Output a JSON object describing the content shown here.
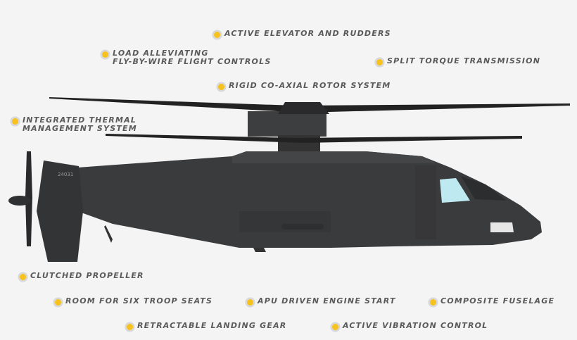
{
  "colors": {
    "bullet": "#f7c21e",
    "text": "#5a5a5a",
    "fuselage": "#3a3b3d",
    "canopy": "#bfe9f0",
    "background": "#f4f4f4"
  },
  "labels": {
    "active_elevator": [
      "Active Elevator and Rudders"
    ],
    "load_alleviating": [
      "Load Alleviating",
      "Fly-by-Wire Flight Controls"
    ],
    "split_torque": [
      "Split Torque Transmission"
    ],
    "rigid_rotor": [
      "Rigid Co-Axial Rotor System"
    ],
    "thermal": [
      "Integrated Thermal",
      "Management System"
    ],
    "clutched_propeller": [
      "Clutched Propeller"
    ],
    "troop_seats": [
      "Room for Six Troop Seats"
    ],
    "apu": [
      "APU Driven Engine Start"
    ],
    "composite": [
      "Composite Fuselage"
    ],
    "landing_gear": [
      "Retractable Landing Gear"
    ],
    "vibration": [
      "Active Vibration Control"
    ]
  },
  "aircraft": {
    "tail_number": "24031"
  }
}
